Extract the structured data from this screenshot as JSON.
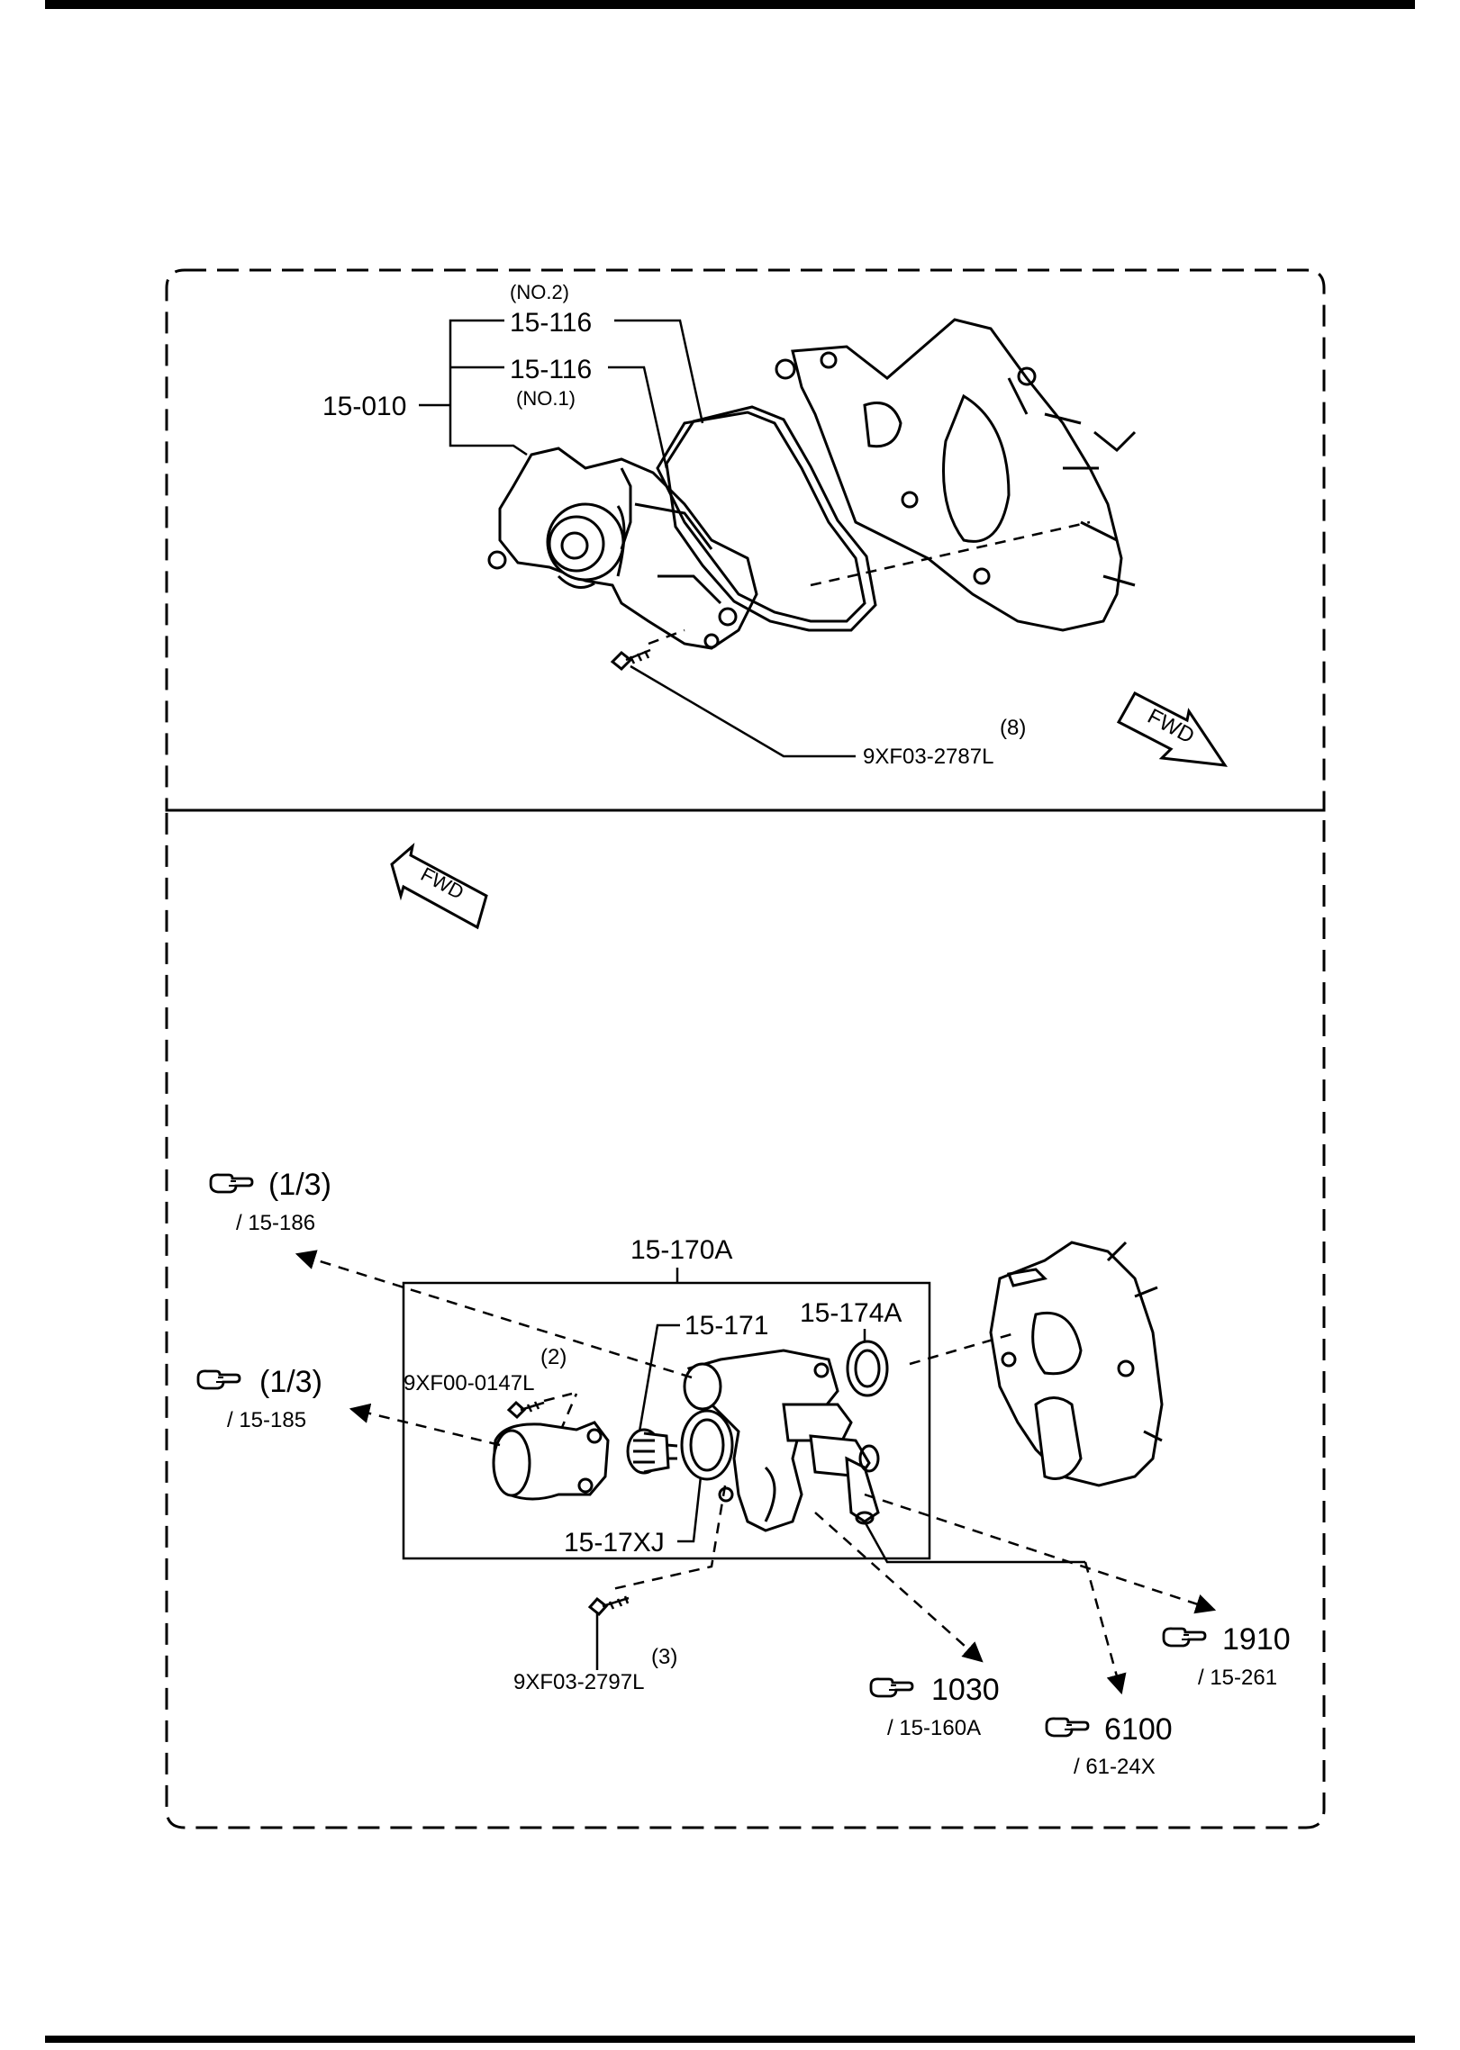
{
  "upper": {
    "label_no2": "(NO.2)",
    "label_15116_a": "15-116",
    "label_15116_b": "15-116",
    "label_no1": "(NO.1)",
    "label_15010": "15-010",
    "label_qty8": "(8)",
    "label_bolt": "9XF03-2787L",
    "fwd": "FWD"
  },
  "lower": {
    "fwd": "FWD",
    "ref_top": {
      "code": "(1/3)",
      "sub": "/ 15-186"
    },
    "ref_mid": {
      "code": "(1/3)",
      "sub": "/ 15-185"
    },
    "label_15170a": "15-170A",
    "label_15171": "15-171",
    "label_15174a": "15-174A",
    "label_qty2": "(2)",
    "label_bolt_a": "9XF00-0147L",
    "label_15_17xj": "15-17XJ",
    "label_qty3": "(3)",
    "label_bolt_b": "9XF03-2797L",
    "ref_1910": {
      "code": "1910",
      "sub": "/ 15-261"
    },
    "ref_1030": {
      "code": "1030",
      "sub": "/ 15-160A"
    },
    "ref_6100": {
      "code": "6100",
      "sub": "/ 61-24X"
    }
  },
  "icons": {
    "reference": "pointing-hand-icon",
    "direction": "fwd-arrow-icon"
  }
}
